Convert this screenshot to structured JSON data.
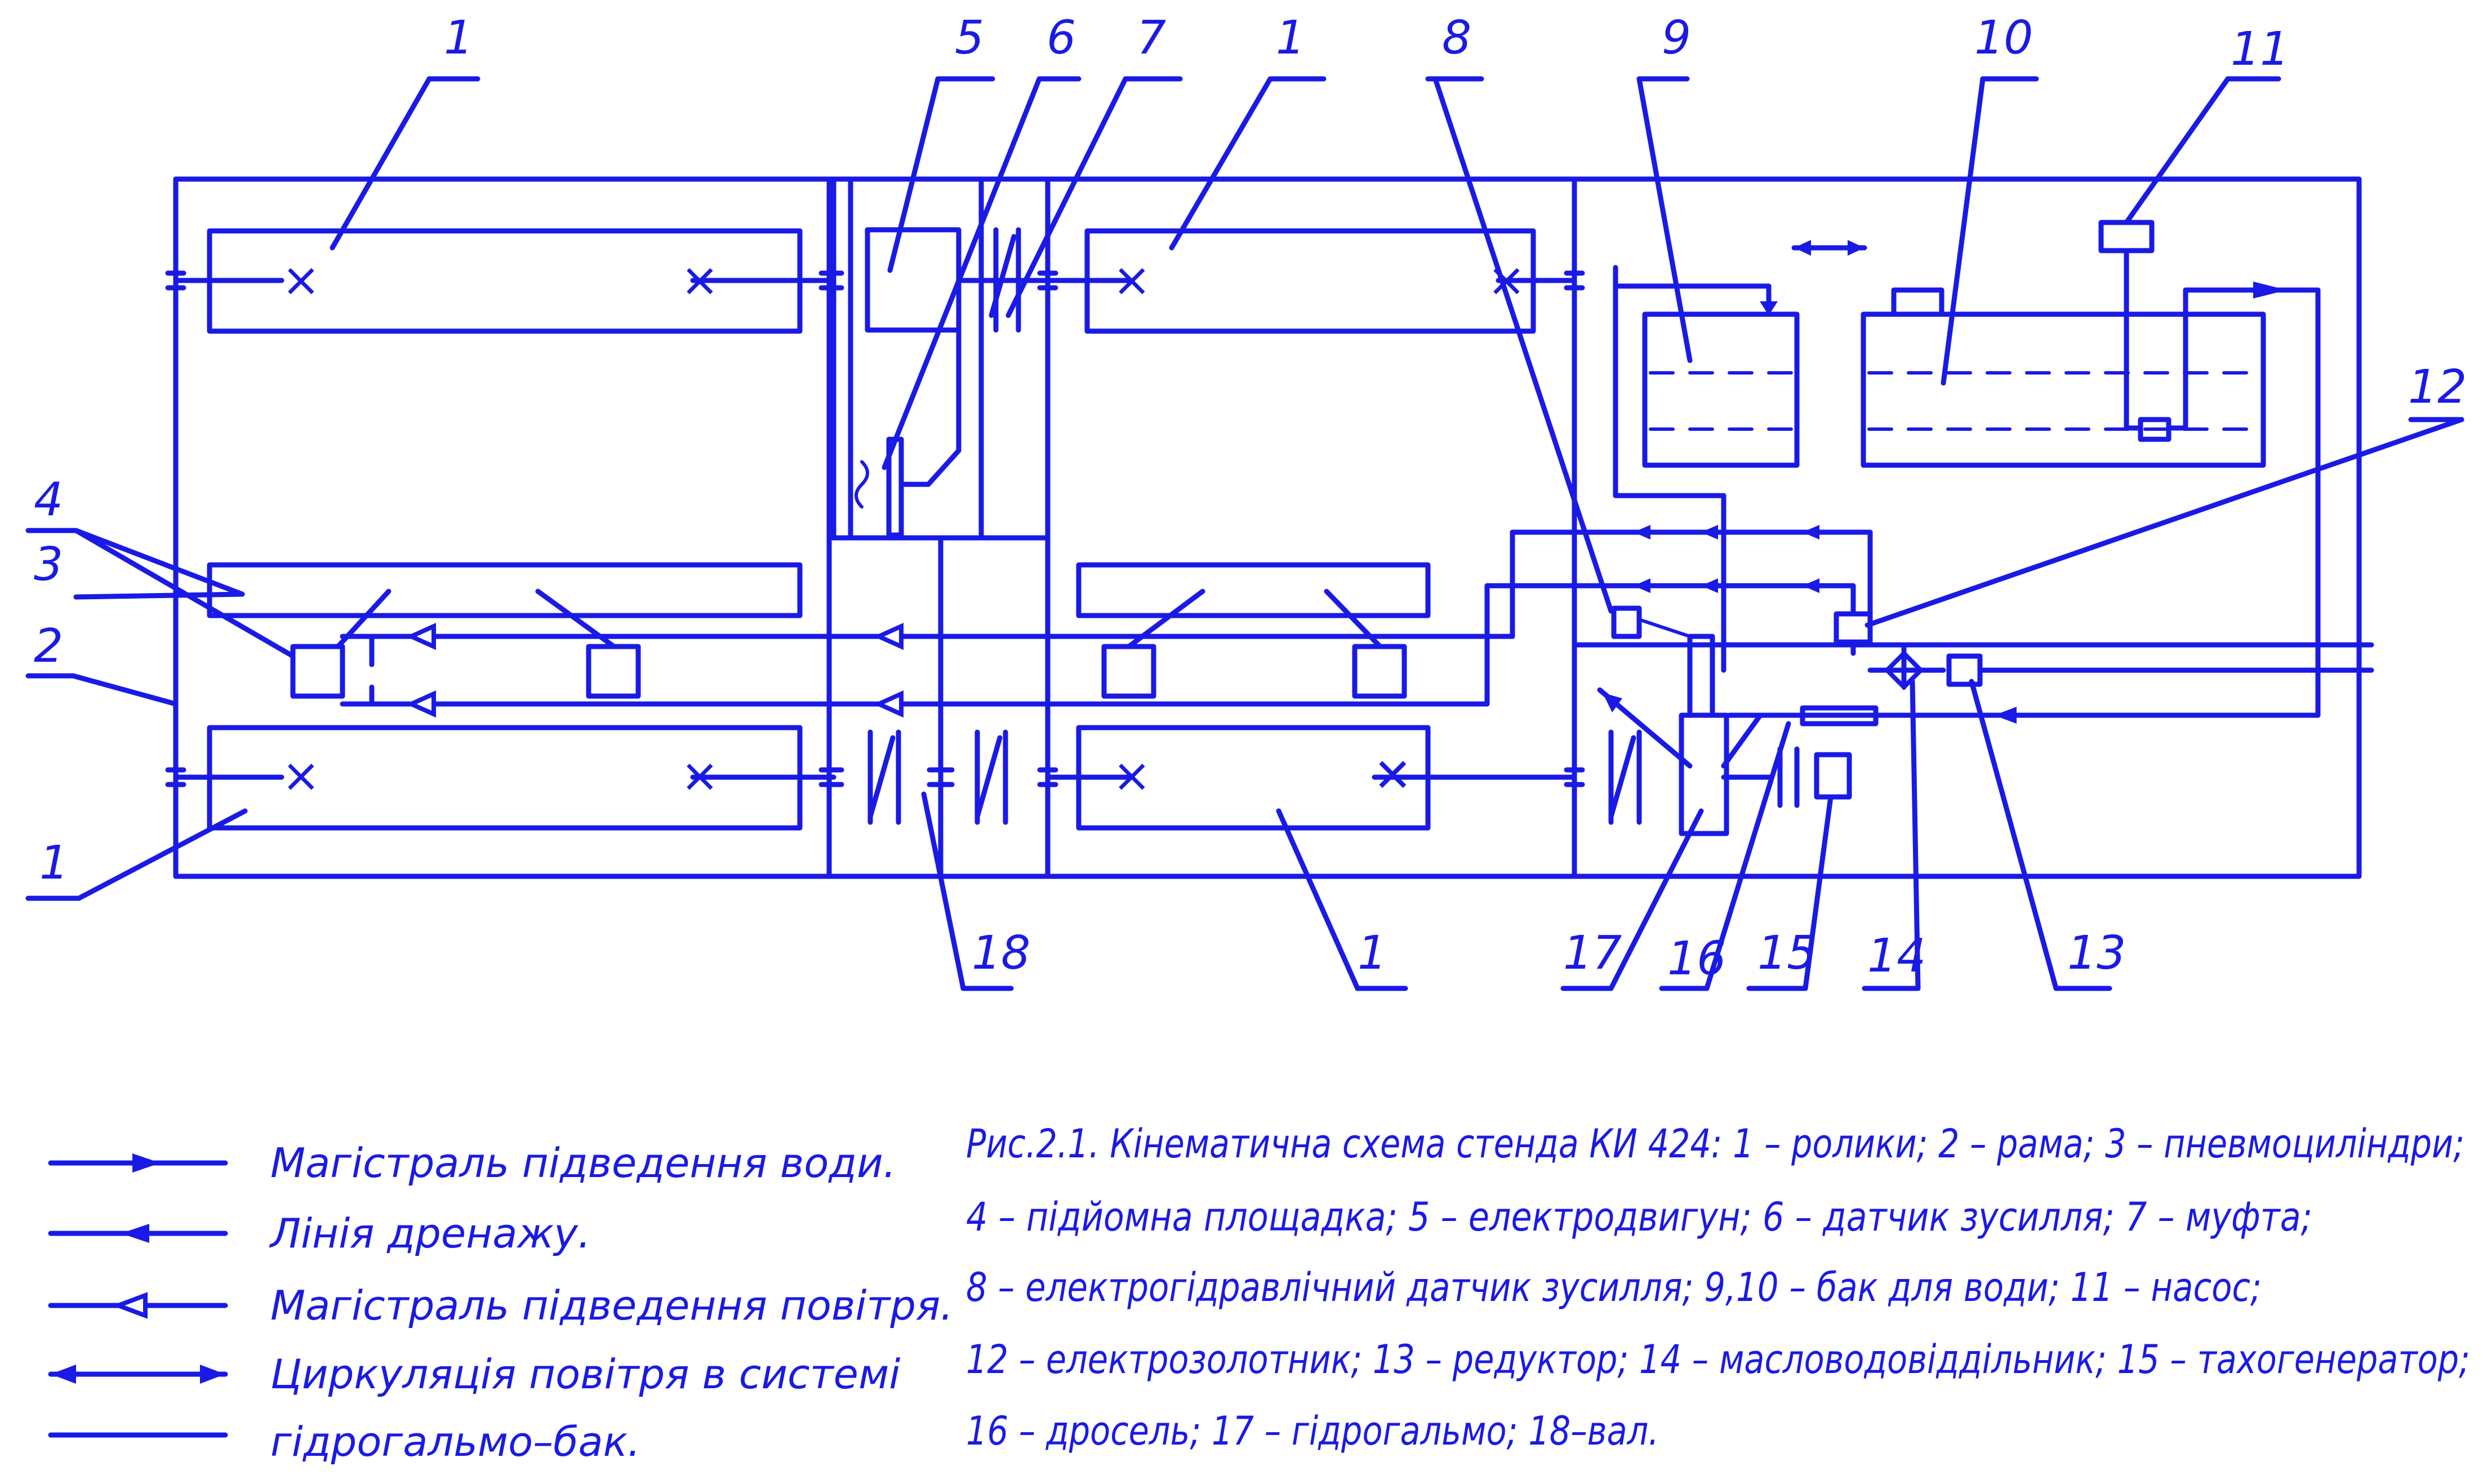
{
  "labels": {
    "n1": "1",
    "n2": "2",
    "n3": "3",
    "n4": "4",
    "n5": "5",
    "n6": "6",
    "n7": "7",
    "n8": "8",
    "n9": "9",
    "n10": "10",
    "n11": "11",
    "n12": "12",
    "n13": "13",
    "n14": "14",
    "n15": "15",
    "n16": "16",
    "n17": "17",
    "n18": "18"
  },
  "legend": [
    "Магістраль підведення води.",
    "Лінія дренажу.",
    "Магістраль підведення повітря.",
    "Циркуляція повітря в системі",
    "гідрогальмо–бак."
  ],
  "caption": [
    "Рис.2.1. Кінематична схема стенда КИ 424: 1 – ролики; 2 – рама; 3 – пневмоциліндри;",
    "4 – підйомна площадка; 5 – електродвигун; 6 – датчик зусилля; 7 – муфта;",
    "8 – електрогідравлічний датчик зусилля; 9,10 – бак для води; 11 – насос;",
    "12 – електрозолотник; 13 – редуктор; 14 – масловодовіддільник; 15 – тахогенератор;",
    "16 – дросель; 17 – гідрогальмо; 18–вал."
  ],
  "colors": {
    "ink": "#1a1ae6",
    "background": "#ffffff"
  }
}
